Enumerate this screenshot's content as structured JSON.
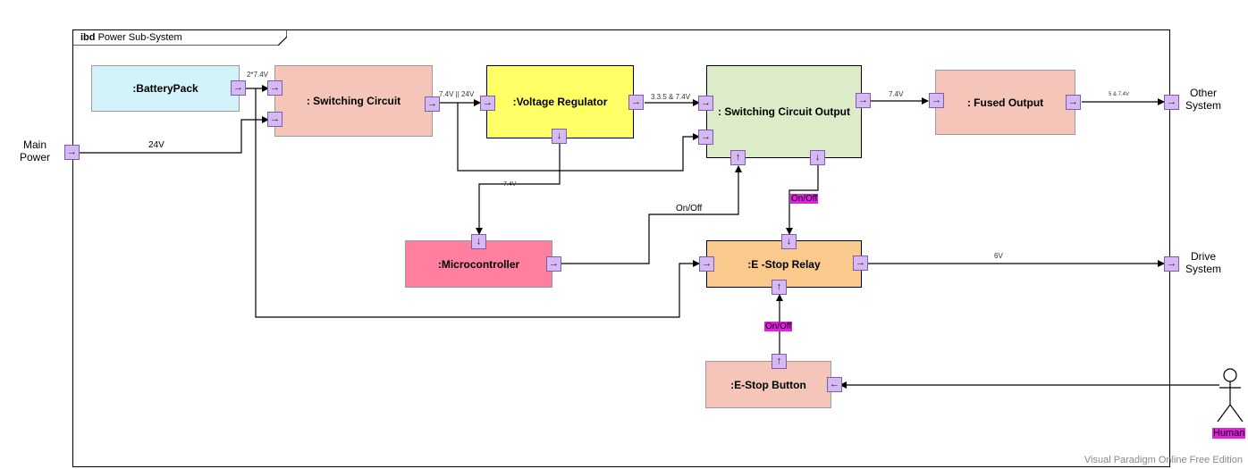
{
  "frame": {
    "keyword": "ibd",
    "title": "Power Sub-System"
  },
  "blocks": {
    "battery": ":BatteryPack",
    "switching": ": Switching Circuit",
    "regulator": ":Voltage Regulator",
    "sco": ": Switching Circuit Output",
    "fused": ": Fused Output",
    "micro": ":Microcontroller",
    "estop_relay": ":E -Stop Relay",
    "estop_button": ":E-Stop Button"
  },
  "external": {
    "main_power": [
      "Main",
      "Power"
    ],
    "other_system": [
      "Other",
      "System"
    ],
    "drive_system": [
      "Drive",
      "System"
    ],
    "human": "Human"
  },
  "labels": {
    "v_2x74": "2*7.4V",
    "v_24": "24V",
    "v_74_or_24": "7.4V || 24V",
    "v_33_5_74": "3.3.5 & 7.4V",
    "v_74_a": "7.4V",
    "v_5_74": "5 & 7.4V",
    "v_74_reg": "7.4V",
    "on_off_micro": "On/Off",
    "on_off_sco": "On/Off",
    "on_off_button": "On/Off",
    "v_6": "6V"
  },
  "colors": {
    "battery": "#d3f3fb",
    "switching": "#f4c5b8",
    "regulator": "#ffff66",
    "sco": "#dcecc8",
    "fused": "#f4c5b8",
    "micro": "#ff7f9f",
    "estop_relay": "#fac98c",
    "estop_button": "#f4c5b8",
    "port": "#d6b8f4",
    "highlight": "#e01fe0"
  },
  "arrows": {
    "right": "→",
    "left": "←",
    "up": "↑",
    "down": "↓"
  },
  "watermark": "Visual Paradigm Online Free Edition"
}
